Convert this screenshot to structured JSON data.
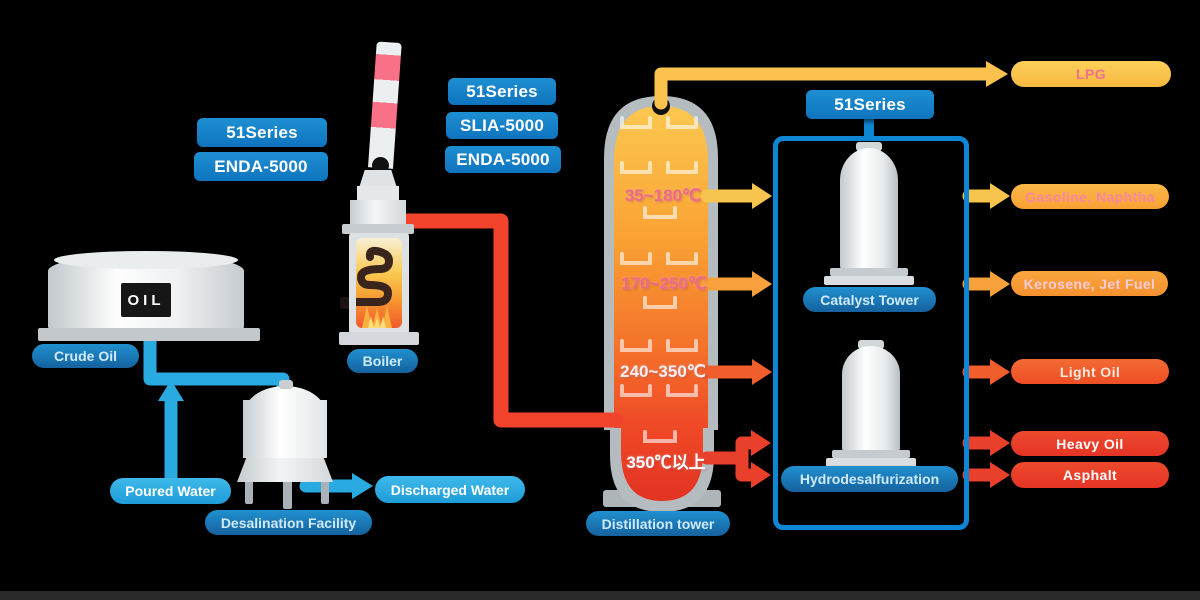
{
  "units": {
    "boiler_unit": {
      "series": "51Series",
      "model": "ENDA-5000"
    },
    "tower_unit": {
      "series": "51Series",
      "models": [
        "SLIA-5000",
        "ENDA-5000"
      ]
    },
    "treatment_unit": {
      "series": "51Series"
    }
  },
  "equipment": {
    "crude_oil": {
      "label": "Crude Oil",
      "tank_sign": "OIL"
    },
    "poured_water": {
      "label": "Poured Water"
    },
    "discharged_water": {
      "label": "Discharged Water"
    },
    "desalination": {
      "label": "Desalination Facility"
    },
    "boiler": {
      "label": "Boiler"
    },
    "distillation_tower": {
      "label": "Distillation tower",
      "zones": [
        {
          "text": "35~180℃",
          "color": "#F0688A"
        },
        {
          "text": "170~250℃",
          "color": "#F0688A"
        },
        {
          "text": "240~350℃",
          "color": "#FFEFF2"
        },
        {
          "text": "350℃以上",
          "color": "#FFFFFF"
        }
      ]
    },
    "catalyst_tower": {
      "label": "Catalyst Tower"
    },
    "hydrodesulfurization": {
      "label": "Hydrodesalfurization"
    }
  },
  "products": [
    {
      "label": "LPG",
      "pill": "#FCD05A",
      "pill2": "#F9B840",
      "text": "#F2708F",
      "arrow": "#F7C44E"
    },
    {
      "label": "Gasoline, Naphtha",
      "pill": "#FBB848",
      "pill2": "#F8A133",
      "text": "#F487A3",
      "arrow": "#F7C44E"
    },
    {
      "label": "Kerosene, Jet Fuel",
      "pill": "#F8A63E",
      "pill2": "#F5912F",
      "text": "#F8CBD8",
      "arrow": "#F7A03C"
    },
    {
      "label": "Light Oil",
      "pill": "#F36A33",
      "pill2": "#EF4E25",
      "text": "#FDE8DF",
      "arrow": "#F15E2C"
    },
    {
      "label": "Heavy Oil",
      "pill": "#EC4A2D",
      "pill2": "#E63425",
      "text": "#FFFFFF",
      "arrow": "#E8402B"
    },
    {
      "label": "Asphalt",
      "pill": "#EC4A2D",
      "pill2": "#E63425",
      "text": "#FFFFFF",
      "arrow": "#E8402B"
    }
  ],
  "colors": {
    "background": "#000000",
    "label_blue": "#1584CB",
    "pill_blue": "#1B77BE",
    "pill_light_blue": "#29ABE2",
    "water_pipe": "#29ABE2",
    "crude_pipe_red": "#F2432C",
    "lpg_pipe_yellow": "#FBC24E",
    "box_border_blue": "#0F86D4",
    "tower_gradient_top": "#FCCB52",
    "tower_gradient_bottom": "#E23122"
  }
}
